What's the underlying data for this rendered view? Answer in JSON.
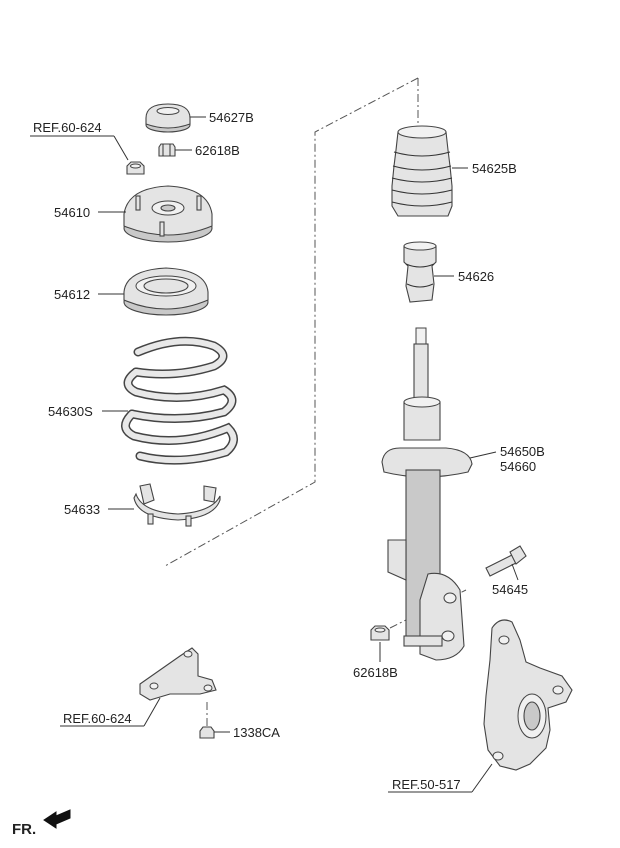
{
  "labels": {
    "ref_60_624_top": "REF.60-624",
    "p54627B": "54627B",
    "p62618B_top": "62618B",
    "p54610": "54610",
    "p54612": "54612",
    "p54630S": "54630S",
    "p54633": "54633",
    "p54625B": "54625B",
    "p54626": "54626",
    "p54650B": "54650B",
    "p54660": "54660",
    "p54645": "54645",
    "p62618B_bottom": "62618B",
    "ref_60_624_bottom": "REF.60-624",
    "p1338CA": "1338CA",
    "ref_50_517": "REF.50-517",
    "fr": "FR."
  },
  "colors": {
    "line": "#333333",
    "part_fill": "#e4e4e4",
    "part_shade": "#c9c9c9"
  }
}
